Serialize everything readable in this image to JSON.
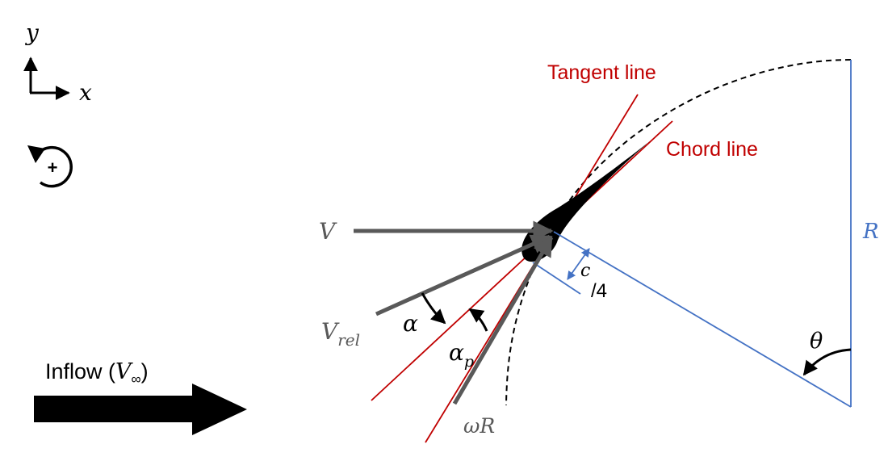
{
  "axes_indicator": {
    "y_label": "y",
    "x_label": "x",
    "rotation_sign": "+"
  },
  "inflow": {
    "label_prefix": "Inflow (",
    "label_symbol": "V",
    "label_subscript": "∞",
    "label_suffix": ")"
  },
  "labels": {
    "tangent_line": "Tangent line",
    "chord_line": "Chord line",
    "V": "V",
    "V_rel_main": "V",
    "V_rel_sub": "rel",
    "alpha": "α",
    "alpha_p_main": "α",
    "alpha_p_sub": "p",
    "omega_R": "ωR",
    "R": "R",
    "theta": "θ",
    "quarter_chord_num": "c",
    "quarter_chord_den": "/4"
  },
  "colors": {
    "red_lines": "#c00000",
    "blue_lines": "#4472c4",
    "gray_vectors": "#595959",
    "black": "#000000"
  }
}
